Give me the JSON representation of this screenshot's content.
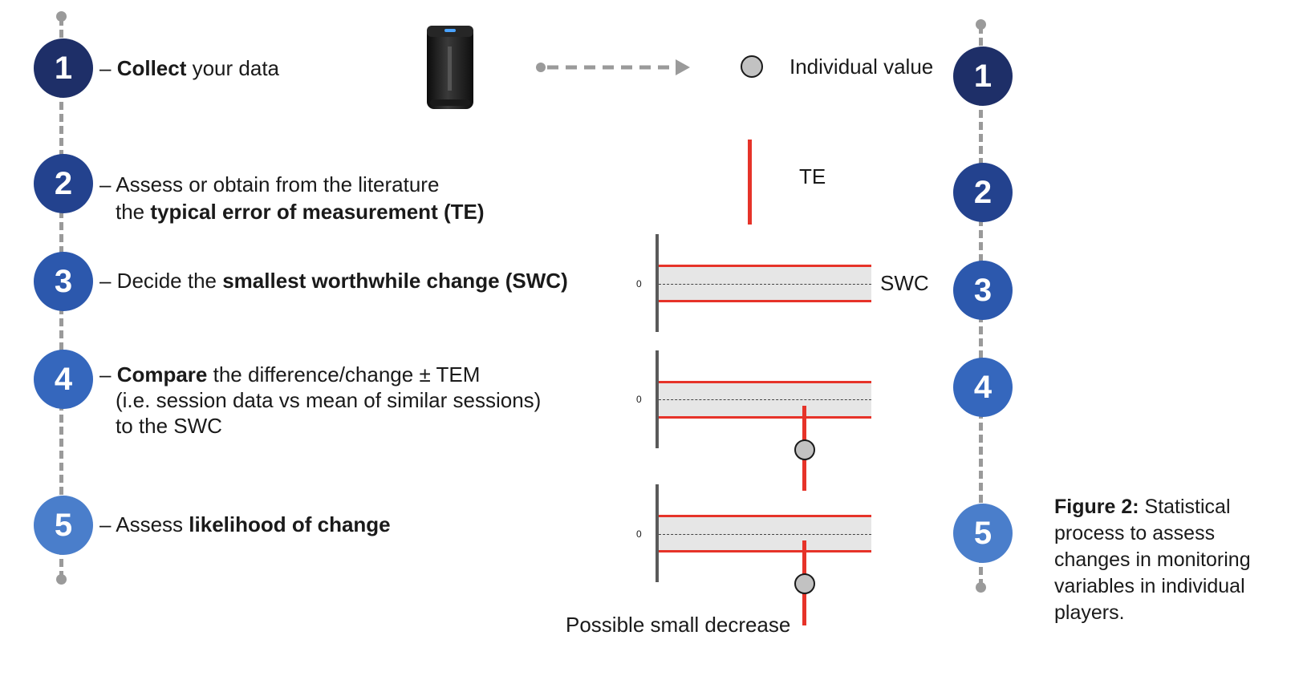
{
  "left_steps": [
    {
      "number": "1",
      "bold": "Collect",
      "rest": " your data"
    },
    {
      "number": "2",
      "pre": "– Assess or obtain from the literature",
      "line2_pre": "the ",
      "line2_bold": "typical error of measurement (TE)"
    },
    {
      "number": "3",
      "pre": "– Decide the ",
      "bold": "smallest worthwhile change (SWC)"
    },
    {
      "number": "4",
      "bold": "Compare",
      "rest": " the difference/change ± TEM",
      "line2": "(i.e. session data vs mean of similar sessions)",
      "line3": "to the SWC"
    },
    {
      "number": "5",
      "pre": "– Assess ",
      "bold": "likelihood of change"
    }
  ],
  "dash": "– ",
  "right_steps": [
    "1",
    "2",
    "3",
    "4",
    "5"
  ],
  "legend": {
    "individual_value": "Individual value",
    "te": "TE",
    "swc": "SWC"
  },
  "panel_zero": "0",
  "decrease_label": "Possible small decrease",
  "caption": {
    "bold": "Figure 2:",
    "text": " Statistical process to assess changes in monitoring variables in individual players."
  },
  "colors": {
    "red": "#e63329",
    "grey_line": "#9a9a9a",
    "band": "#e6e6e6"
  },
  "icons": [
    "device-icon",
    "arrow-right-icon",
    "individual-value-marker-icon"
  ]
}
